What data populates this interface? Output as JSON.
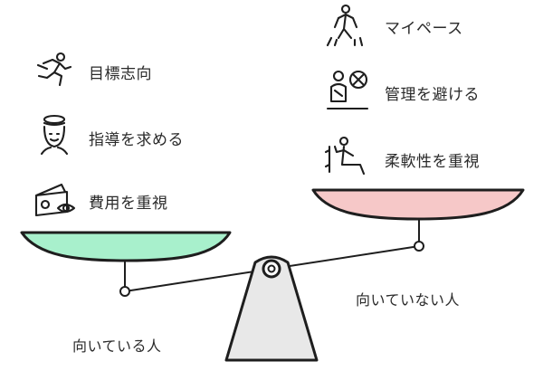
{
  "left": {
    "caption": "向いている人",
    "items": [
      {
        "label": "目標志向",
        "icon": "running-person-icon"
      },
      {
        "label": "指導を求める",
        "icon": "coach-person-icon"
      },
      {
        "label": "費用を重視",
        "icon": "wallet-eye-icon"
      }
    ],
    "pan_color": "#a8f0cc"
  },
  "right": {
    "caption": "向いていない人",
    "items": [
      {
        "label": "マイペース",
        "icon": "walking-person-icon"
      },
      {
        "label": "管理を避ける",
        "icon": "no-supervision-icon"
      },
      {
        "label": "柔軟性を重視",
        "icon": "stretching-person-icon"
      }
    ],
    "pan_color": "#f6c8c8"
  },
  "colors": {
    "ink": "#1e1e1e",
    "fulcrum": "#e8e8e8"
  }
}
